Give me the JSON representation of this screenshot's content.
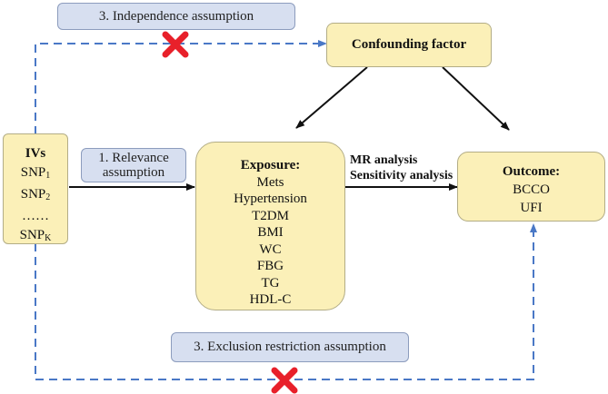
{
  "notes": {
    "independence": "3. Independence assumption",
    "relevance_line1": "1. Relevance",
    "relevance_line2": "assumption",
    "exclusion": "3. Exclusion restriction assumption"
  },
  "boxes": {
    "confounding": "Confounding factor",
    "ivs": {
      "title": "IVs",
      "items": [
        "SNP",
        "SNP",
        "……",
        "SNP"
      ],
      "subscripts": [
        "1",
        "2",
        "",
        "K"
      ]
    },
    "exposure": {
      "title": "Exposure:",
      "items": [
        "Mets",
        "Hypertension",
        "T2DM",
        "BMI",
        "WC",
        "FBG",
        "TG",
        "HDL-C"
      ]
    },
    "outcome": {
      "title": "Outcome:",
      "items": [
        "BCCO",
        "UFI"
      ]
    }
  },
  "arrow_labels": {
    "mr": "MR analysis",
    "sensitivity": "Sensitivity analysis"
  },
  "colors": {
    "box_fill": "#fbf0b8",
    "note_fill": "#d7dff0",
    "dashed_line": "#4a78c6",
    "cross": "#e8202a"
  }
}
